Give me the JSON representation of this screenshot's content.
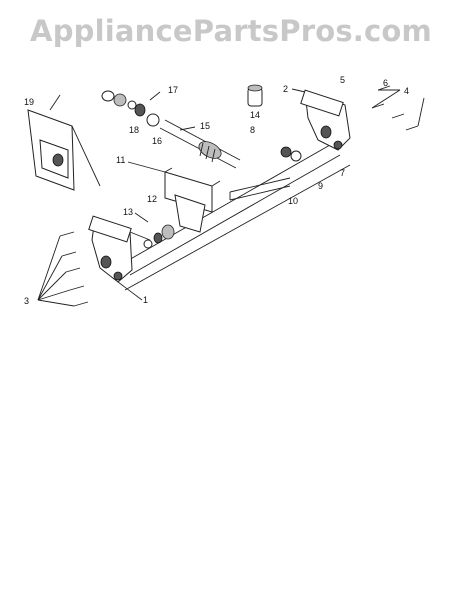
{
  "watermark": "AppliancePartsPros.com",
  "callouts": [
    "1",
    "2",
    "3",
    "4",
    "5",
    "6",
    "7",
    "8",
    "9",
    "10",
    "11",
    "12",
    "13",
    "14",
    "15",
    "16",
    "17",
    "18",
    "19"
  ]
}
